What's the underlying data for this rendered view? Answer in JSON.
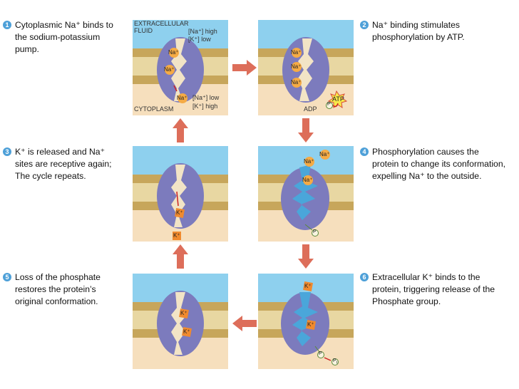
{
  "steps": [
    {
      "number": "1",
      "text": "Cytoplasmic Na⁺ binds to\nthe sodium-potassium\npump."
    },
    {
      "number": "2",
      "text": "Na⁺ binding stimulates\nphosphorylation by ATP."
    },
    {
      "number": "3",
      "text": "K⁺ is released and Na⁺\nsites are receptive again;\nThe cycle repeats."
    },
    {
      "number": "4",
      "text": "Phosphorylation causes the\nprotein to change its conformation,\nexpelling Na⁺ to the outside."
    },
    {
      "number": "5",
      "text": "Loss of the phosphate\nrestores the protein’s\noriginal conformation."
    },
    {
      "number": "6",
      "text": "Extracellular K⁺ binds to the\nprotein, triggering release of the\nPhosphate group."
    }
  ],
  "labels": {
    "extracellular_1": "EXTRACELLULAR",
    "extracellular_2": "FLUID",
    "na_high": "[Na⁺] high",
    "k_low": "[K⁺] low",
    "na_low": "[Na⁺] low",
    "k_high": "[K⁺] high",
    "cytoplasm": "CYTOPLASM",
    "atp": "ATP",
    "adp": "ADP",
    "p": "P",
    "pi": "P",
    "pi_sub": "i"
  },
  "ions": {
    "na": "Na⁺",
    "k": "K⁺"
  },
  "colors": {
    "fluid": "#8ed0ee",
    "cytoplasm": "#f6dfbd",
    "membrane_head": "#c7a65b",
    "membrane_tail": "#e8d7a2",
    "protein": "#7c7bbd",
    "channel": "#f2e4c6",
    "na_ion": "#f5ab45",
    "k_ion": "#f08a2e",
    "arrow": "#dd6e5a",
    "step_number": "#4ea0d8"
  }
}
